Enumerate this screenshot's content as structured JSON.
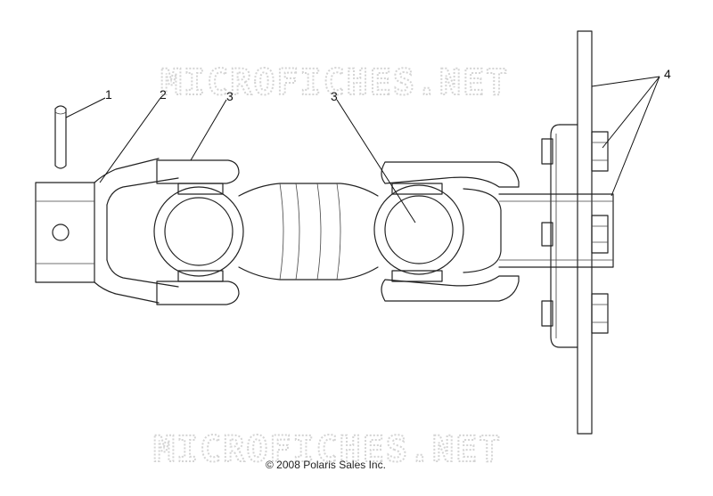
{
  "watermark": {
    "top_text": "MICROFICHES.NET",
    "bottom_text": "MICROFICHES.NET"
  },
  "callouts": [
    {
      "id": "1",
      "text": "1"
    },
    {
      "id": "2",
      "text": "2"
    },
    {
      "id": "3a",
      "text": "3"
    },
    {
      "id": "3b",
      "text": "3"
    },
    {
      "id": "4",
      "text": "4"
    }
  ],
  "copyright": "© 2008 Polaris Sales Inc."
}
